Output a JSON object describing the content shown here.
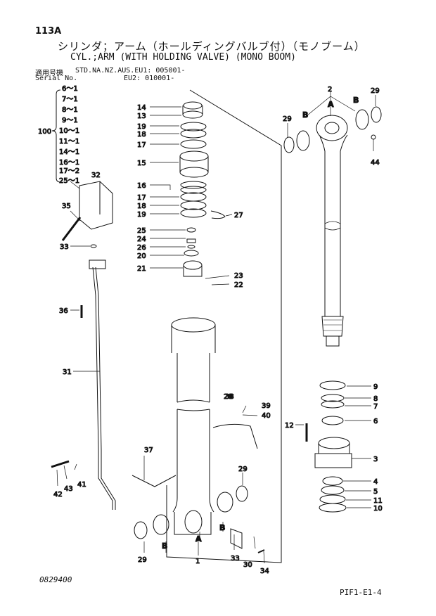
{
  "header": {
    "page_code": "113A",
    "title_jp": "シリンダ；アーム（ホールディングバルブ付）（モノブーム）",
    "title_en": "CYL.;ARM (WITH HOLDING VALVE) (MONO BOOM)",
    "applicable_model_label": "適用号機",
    "serial_label": "Serial No.",
    "serial_line1": "STD.NA.NZ.AUS.EU1: 005001-",
    "serial_line2": "EU2: 010001-"
  },
  "footer": {
    "drawing_no": "0829400",
    "ref_code": "PIF1-E1-4"
  },
  "diagram": {
    "group_label": "100",
    "group_items": [
      "6～1",
      "7～1",
      "8～1",
      "9～1",
      "10～1",
      "11～1",
      "14～1",
      "16～1",
      "17～2",
      "25～1"
    ],
    "callouts": [
      "1",
      "2",
      "3",
      "4",
      "5",
      "6",
      "7",
      "8",
      "9",
      "10",
      "11",
      "12",
      "13",
      "14",
      "15",
      "16",
      "17",
      "18",
      "19",
      "20",
      "21",
      "22",
      "23",
      "24",
      "25",
      "26",
      "27",
      "28",
      "29",
      "30",
      "31",
      "32",
      "33",
      "34",
      "35",
      "36",
      "37",
      "38",
      "39",
      "40",
      "41",
      "42",
      "43",
      "44"
    ],
    "section_labels": [
      "A",
      "B"
    ]
  }
}
